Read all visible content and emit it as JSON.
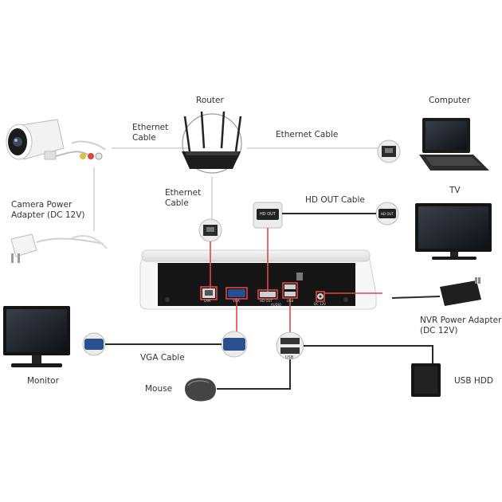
{
  "labels": {
    "router": "Router",
    "computer": "Computer",
    "ethernet_left_1": "Ethernet",
    "ethernet_left_2": "Cable",
    "ethernet_right": "Ethernet Cable",
    "tv": "TV",
    "camera_power_1": "Camera Power",
    "camera_power_2": "Adapter (DC 12V)",
    "ethernet_mid_1": "Ethernet",
    "ethernet_mid_2": "Cable",
    "hd_out_cable": "HD OUT Cable",
    "nvr_power_1": "NVR Power Adapter",
    "nvr_power_2": "(DC 12V)",
    "vga_cable": "VGA Cable",
    "monitor": "Monitor",
    "mouse": "Mouse",
    "usb_hdd": "USB HDD"
  },
  "port_labels": {
    "lan": "LAN",
    "vga": "VGA",
    "hd_out": "HD OUT",
    "audio": "AUDIO",
    "usb": "USB",
    "dc": "DC 12V",
    "hd_out_plug": "HD OUT",
    "hd_out_plug_right": "HD OUT",
    "usb_plug": "USB"
  },
  "colors": {
    "cable": "#2a2a2a",
    "connector_red": "#e0464b",
    "label_text": "#333333",
    "vga_blue": "#2a4f8f"
  }
}
